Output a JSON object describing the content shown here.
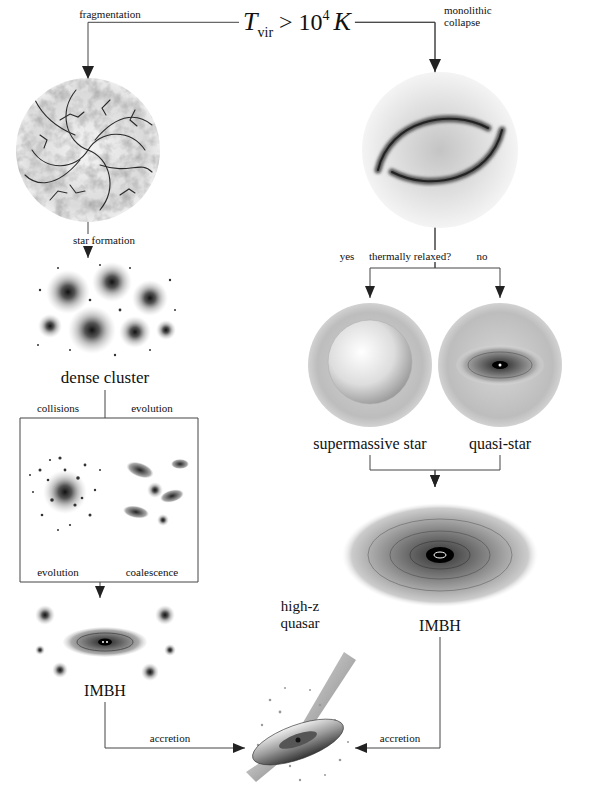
{
  "diagram": {
    "nodes": [
      {
        "text": [
          "T",
          "vir",
          "> 10",
          "4",
          "K"
        ]
      },
      {
        "text": [
          "dense cluster"
        ]
      },
      {
        "text": [
          "supermassive star"
        ]
      },
      {
        "text": [
          "quasi-star"
        ]
      },
      {
        "text": [
          "IMBH"
        ]
      },
      {
        "text": [
          "IMBH"
        ]
      },
      {
        "text": [
          "high-z quasar"
        ]
      }
    ],
    "edges": [
      {
        "from": 0,
        "to": 1,
        "arrow": "to"
      },
      {
        "from": 0,
        "to": 2,
        "label": "yes",
        "arrow": "to"
      },
      {
        "from": 0,
        "to": 3,
        "label": "no",
        "arrow": "to"
      },
      {
        "from": 1,
        "to": 4,
        "arrow": "to"
      },
      {
        "from": 2,
        "to": 5,
        "arrow": "to"
      },
      {
        "from": 3,
        "to": 5,
        "arrow": "to"
      },
      {
        "from": 4,
        "to": 6,
        "label": "accretion",
        "arrow": "to"
      },
      {
        "from": 5,
        "to": 6,
        "label": "accretion",
        "arrow": "to"
      }
    ],
    "labels": [
      "fragmentation",
      "monolithic collapse",
      "star formation",
      "thermally relaxed?",
      "collisions",
      "evolution",
      "evolution",
      "coalescence"
    ]
  }
}
